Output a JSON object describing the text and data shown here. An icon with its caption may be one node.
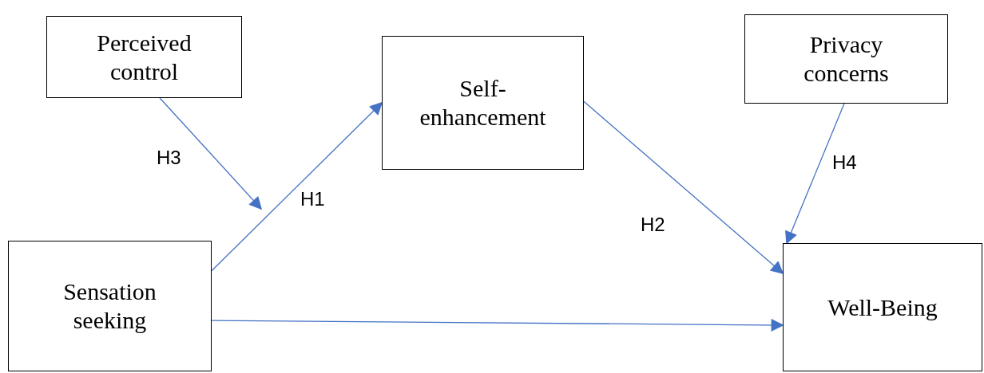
{
  "diagram": {
    "nodes": [
      {
        "text": [
          "Perceived control"
        ]
      },
      {
        "text": [
          "Self- enhancement"
        ]
      },
      {
        "text": [
          "Privacy concerns"
        ]
      },
      {
        "text": [
          "Sensation seeking"
        ]
      },
      {
        "text": [
          "Well-Being"
        ]
      }
    ],
    "edges": [
      {
        "from": 0,
        "to": null,
        "arrow": "to",
        "label": "H3"
      },
      {
        "from": 3,
        "to": 1,
        "arrow": "to",
        "label": "H1"
      },
      {
        "from": 1,
        "to": 4,
        "arrow": "to",
        "label": "H2"
      },
      {
        "from": 2,
        "to": 4,
        "arrow": "to",
        "label": "H4"
      },
      {
        "from": 3,
        "to": 4,
        "arrow": "to"
      }
    ]
  }
}
